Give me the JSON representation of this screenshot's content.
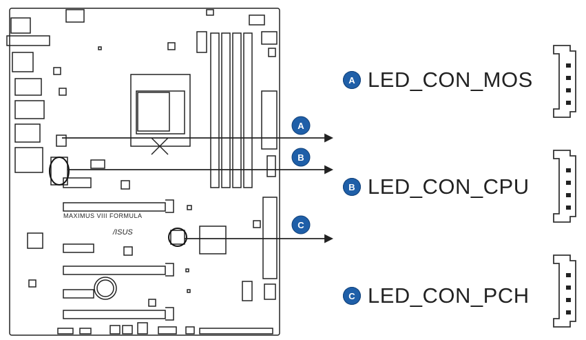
{
  "board": {
    "model_text": "MAXIMUS VIII FORMULA",
    "brand_text": "/ISUS"
  },
  "callouts": [
    {
      "letter": "A",
      "label": "LED_CON_MOS"
    },
    {
      "letter": "B",
      "label": "LED_CON_CPU"
    },
    {
      "letter": "C",
      "label": "LED_CON_PCH"
    }
  ],
  "colors": {
    "badge": "#1f5fa8",
    "line": "#222222"
  }
}
